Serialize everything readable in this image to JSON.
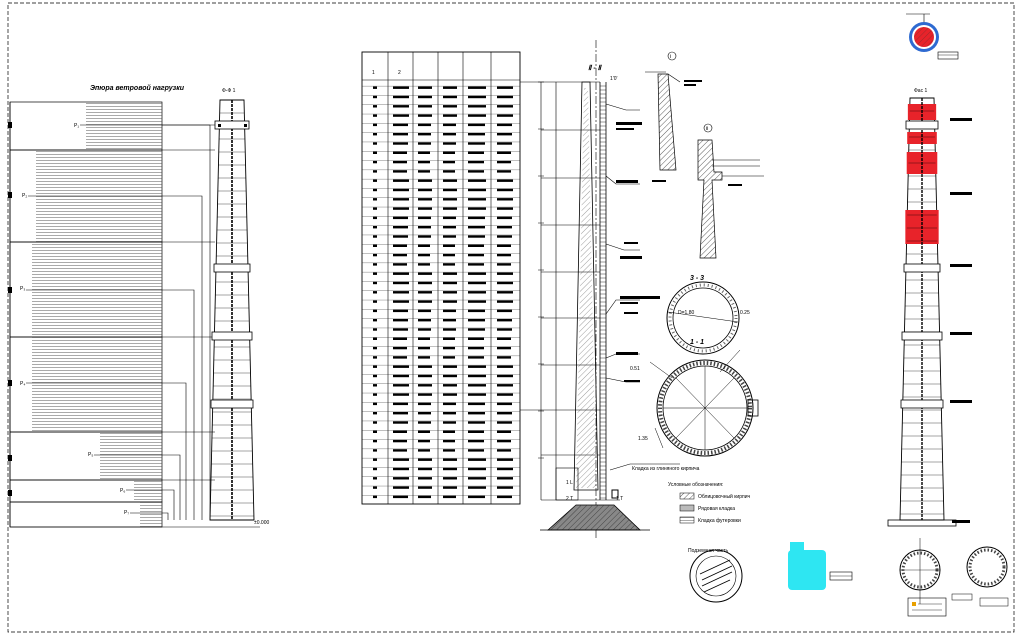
{
  "drawing": {
    "frame_color": "#000000",
    "load_diagram": {
      "title": "Эпюра ветровой нагрузки",
      "load_labels": [
        "P₁",
        "P₂",
        "P₃",
        "P₄",
        "P₅",
        "P₆",
        "P₇"
      ]
    },
    "chimney_left": {
      "label": "Ф-Ф 1"
    },
    "spec_table": {
      "header_row_marks": [
        "1",
        "2"
      ]
    },
    "section_view": {
      "title": "Ⅱ - Ⅱ",
      "callout_1": "Ⅰ",
      "callout_2": "Ⅱ",
      "section_3": "3 - 3",
      "section_1": "1 - 1",
      "marks": [
        "1 L",
        "2 T",
        "1 T"
      ],
      "note": "Кладка из глиняного кирпича"
    },
    "legend": {
      "title": "Условные обозначения:",
      "items": [
        "Облицовочный кирпич",
        "Рядовая кладка",
        "Кладка футеровки"
      ]
    },
    "chimney_right": {
      "label": "Фас 1",
      "accent_color": "#e8232a"
    },
    "top_marker": {
      "ring_outer": "#2e6ad1",
      "ring_inner": "#e8232a"
    },
    "cyan_box": {
      "color": "#2ee6f2"
    }
  }
}
